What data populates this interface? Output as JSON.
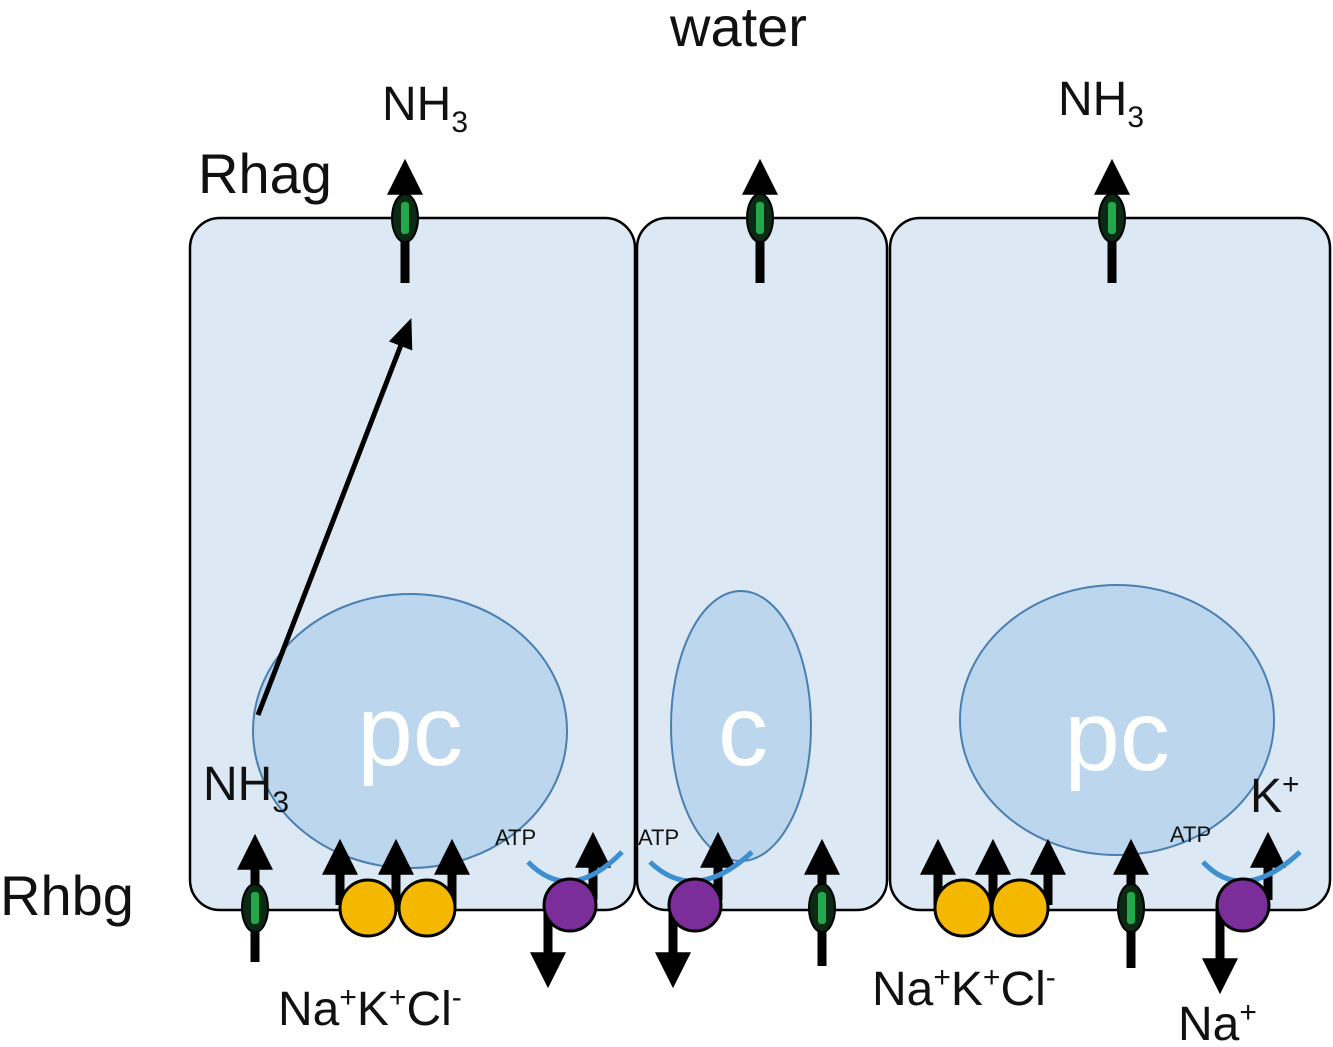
{
  "labels": {
    "water": "water",
    "rhag": "Rhag",
    "rhbg": "Rhbg",
    "nh": "NH",
    "nh_sub": "3",
    "na": "Na",
    "k": "K",
    "cl": "Cl",
    "plus": "+",
    "minus": "-",
    "atp": "ATP"
  },
  "cells": [
    {
      "nucleus_label": "pc"
    },
    {
      "nucleus_label": "c"
    },
    {
      "nucleus_label": "pc"
    }
  ],
  "colors": {
    "cell_fill": "#dce8f4",
    "nucleus_fill": "#bcd6ee",
    "nucleus_stroke": "#4a7fb0",
    "channel_green": "#22a84a",
    "cotransporter_yellow": "#f5b800",
    "pump_purple": "#7b2d9a",
    "atp_arc": "#3d8fd0"
  }
}
